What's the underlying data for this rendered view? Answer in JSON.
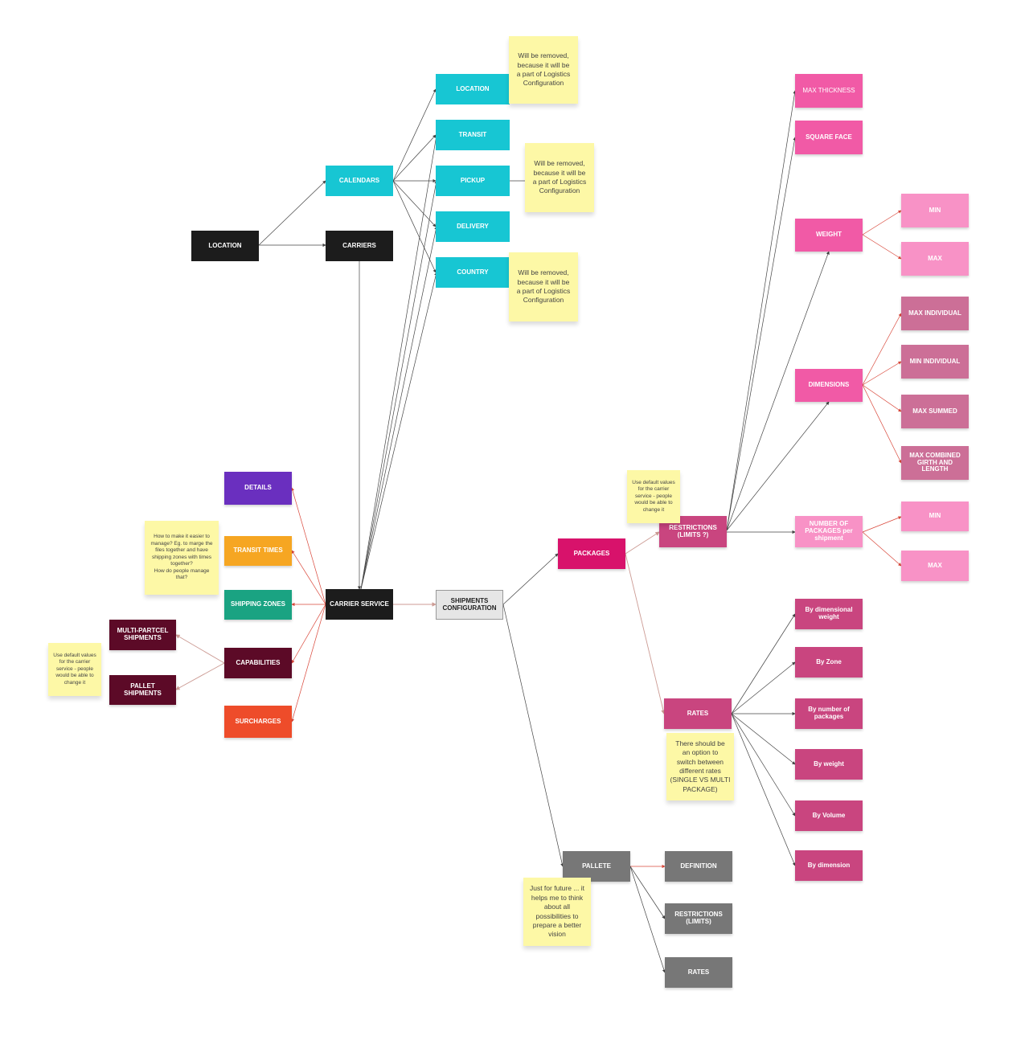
{
  "colors": {
    "black": "#1c1c1c",
    "teal": "#17c6d3",
    "hot_pink": "#d8126b",
    "pink": "#f15aa6",
    "light_pink": "#f892c6",
    "mauve": "#c9457f",
    "dusty_pink": "#cc6f97",
    "purple": "#6a2fbf",
    "amber": "#f6a622",
    "green": "#1aa382",
    "maroon": "#5c0a27",
    "orange_red": "#ee4c2a",
    "grey": "#777777",
    "light_grey": "#e6e6e6",
    "sticky": "#fdf8a6",
    "edge_dark": "#444444",
    "edge_red": "#d9473a",
    "edge_light": "#cc9b94"
  },
  "nodes": {
    "location_root": "LOCATION",
    "calendars": "CALENDARS",
    "carriers": "CARRIERS",
    "cal_location": "LOCATION",
    "cal_transit": "TRANSIT",
    "cal_pickup": "PICKUP",
    "cal_delivery": "DELIVERY",
    "cal_country": "COUNTRY",
    "carrier_service": "CARRIER SERVICE",
    "details": "DETAILS",
    "transit_times": "TRANSIT TIMES",
    "shipping_zones": "SHIPPING ZONES",
    "capabilities": "CAPABILITIES",
    "surcharges": "SURCHARGES",
    "multi_parcel": "MULTI-PARTCEL\nSHIPMENTS",
    "pallet_shipments": "PALLET SHIPMENTS",
    "shipments_config": "SHIPMENTS\nCONFIGURATION",
    "packages": "PACKAGES",
    "restrictions": "RESTRICTIONS\n(LIMITS ?)",
    "max_thickness": "MAX THICKNESS",
    "square_face": "SQUARE FACE",
    "weight": "WEIGHT",
    "weight_min": "MIN",
    "weight_max": "MAX",
    "dimensions": "DIMENSIONS",
    "max_individual": "MAX INDIVIDUAL",
    "min_individual": "MIN INDIVIDUAL",
    "max_summed": "MAX SUMMED",
    "max_combined": "MAX COMBINED\nGIRTH AND\nLENGTH",
    "num_packages": "NUMBER OF\nPACKAGES per\nshipment",
    "num_min": "MIN",
    "num_max": "MAX",
    "rates": "RATES",
    "by_dim_weight": "By dimensional\nweight",
    "by_zone": "By Zone",
    "by_num_packages": "By number of\npackages",
    "by_weight": "By weight",
    "by_volume": "By Volume",
    "by_dimension": "By dimension",
    "pallete": "PALLETE",
    "pal_definition": "DEFINITION",
    "pal_restrictions": "RESTRICTIONS\n(LIMITS)",
    "pal_rates": "RATES"
  },
  "notes": {
    "note_location": "Will be removed,\nbecause it will be\na part of Logistics\nConfiguration",
    "note_pickup": "Will be removed,\nbecause it will be\na part of Logistics\nConfiguration",
    "note_country": "Will be removed,\nbecause it will be\na part of Logistics\nConfiguration",
    "note_transit_zones": "How to make it easier to\nmanage? Eg. to marge the\nfiles together and have\nshipping zones with times\ntogether?\nHow do people manage\nthat?",
    "note_capabilities": "Use default values\nfor the carrier\nservice - people\nwould be able to\nchange it",
    "note_restrictions": "Use default values\nfor the carrier\nservice - people\nwould be able to\nchange it",
    "note_rates": "There should be\nan option to\nswitch between\ndifferent rates\n(SINGLE VS MULTI\nPACKAGE)",
    "note_pallete": "Just for future ... it\nhelps me to think\nabout all\npossibilities to\nprepare a better\nvision"
  }
}
